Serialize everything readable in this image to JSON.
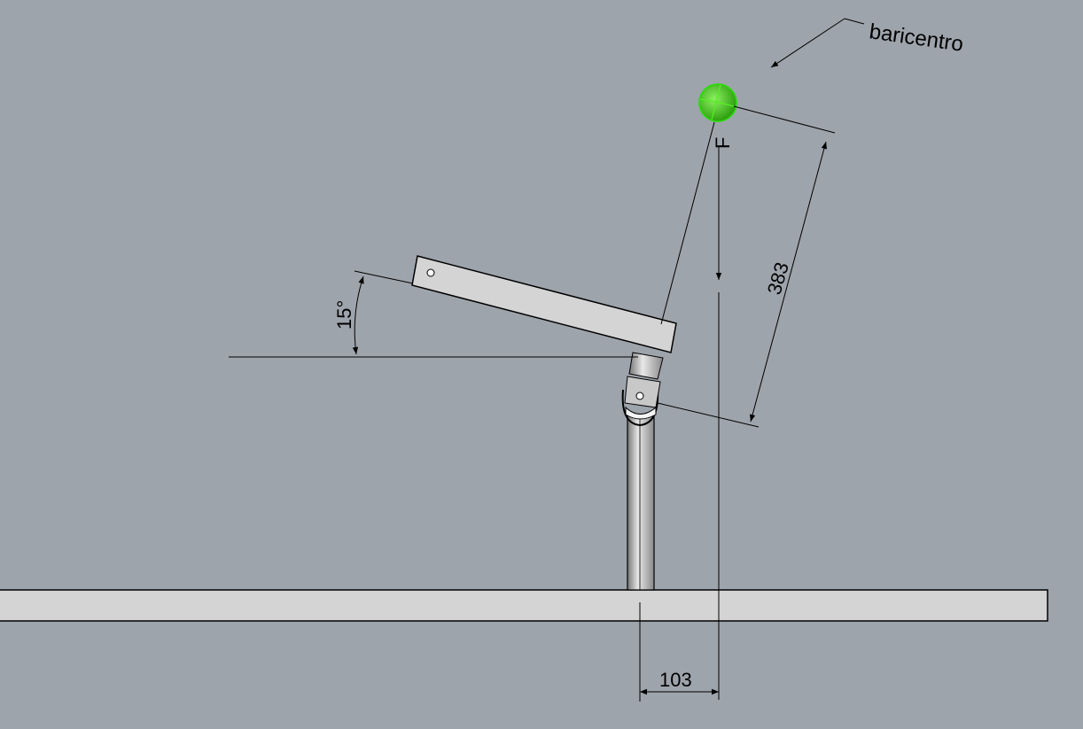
{
  "labels": {
    "centroid": "baricentro",
    "force": "F",
    "angle": "15°",
    "length": "383",
    "offset": "103"
  },
  "colors": {
    "background": "#9ea4ab",
    "part": "#d4d4d4",
    "centroid": "#3ecf1a"
  }
}
